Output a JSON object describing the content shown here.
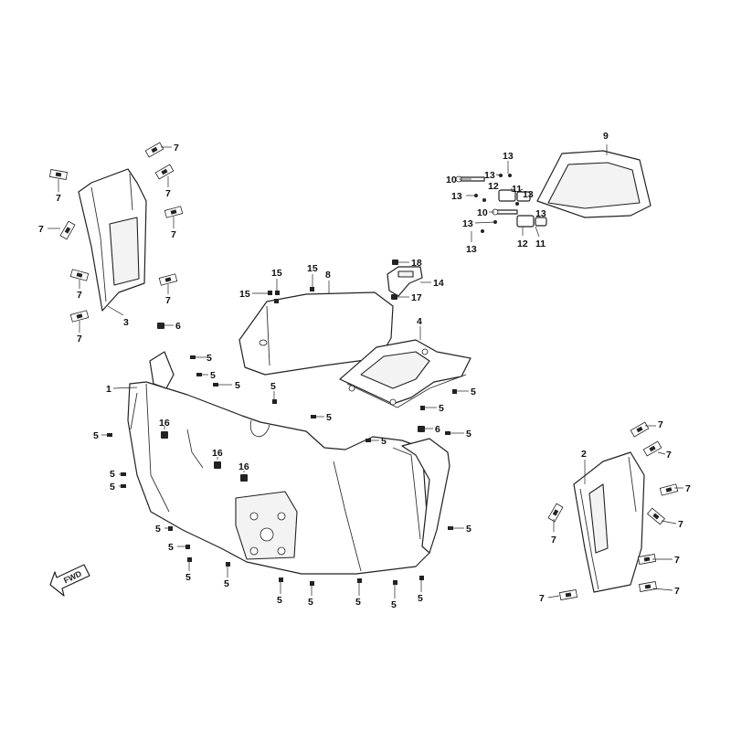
{
  "callouts": {
    "c1": "1",
    "c2": "2",
    "c3": "3",
    "c4": "4",
    "c5": "5",
    "c6": "6",
    "c7": "7",
    "c8": "8",
    "c9": "9",
    "c10": "10",
    "c11": "11",
    "c12": "12",
    "c13": "13",
    "c14": "14",
    "c15": "15",
    "c16": "16",
    "c17": "17",
    "c18": "18"
  },
  "direction_label": "FWD"
}
